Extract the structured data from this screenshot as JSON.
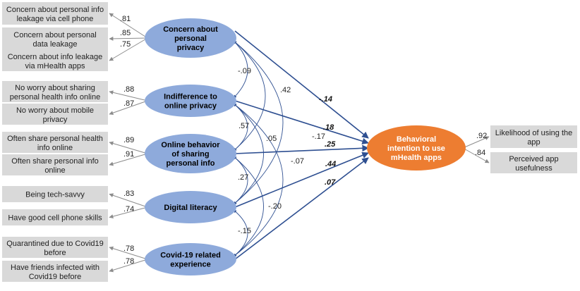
{
  "colors": {
    "latent_fill": "#8eaadb",
    "outcome_fill": "#ed7d31",
    "indicator_fill": "#d9d9d9",
    "path_color": "#2e4f91"
  },
  "latents": [
    {
      "label": "Concern about personal privacy",
      "indicators": [
        {
          "label": "Concern about personal info leakage via cell phone",
          "loading": ".81"
        },
        {
          "label": "Concern about personal data leakage",
          "loading": ".85"
        },
        {
          "label": "Concern about info leakage via mHealth apps",
          "loading": ".75"
        }
      ]
    },
    {
      "label": "Indifference to online privacy",
      "indicators": [
        {
          "label": "No worry about sharing personal health info online",
          "loading": ".88"
        },
        {
          "label": "No worry about mobile privacy",
          "loading": ".87"
        }
      ]
    },
    {
      "label": "Online behavior of sharing personal info",
      "indicators": [
        {
          "label": "Often share personal health info online",
          "loading": ".89"
        },
        {
          "label": "Often share personal info online",
          "loading": ".91"
        }
      ]
    },
    {
      "label": "Digital literacy",
      "indicators": [
        {
          "label": "Being tech-savvy",
          "loading": ".83"
        },
        {
          "label": "Have good cell phone skills",
          "loading": ".74"
        }
      ]
    },
    {
      "label": "Covid-19 related experience",
      "indicators": [
        {
          "label": "Quarantined due to Covid19 before",
          "loading": ".78"
        },
        {
          "label": "Have friends infected with Covid19 before",
          "loading": ".78"
        }
      ]
    }
  ],
  "outcome": {
    "label": "Behavioral intention to use mHealth apps",
    "indicators": [
      {
        "label": "Likelihood of using the app",
        "loading": ".92"
      },
      {
        "label": "Perceived app usefulness",
        "loading": ".84"
      }
    ]
  },
  "paths": [
    ".14",
    ".18",
    ".25",
    ".44",
    ".07"
  ],
  "path_signs": [
    "-",
    "",
    "",
    "",
    ""
  ],
  "correlations": [
    {
      "from": 0,
      "to": 1,
      "value": "-.09"
    },
    {
      "from": 0,
      "to": 2,
      "value": ".42"
    },
    {
      "from": 0,
      "to": 3,
      "value": "-.17"
    },
    {
      "from": 1,
      "to": 2,
      "value": ".57"
    },
    {
      "from": 1,
      "to": 3,
      "value": ".05"
    },
    {
      "from": 1,
      "to": 4,
      "value": "-.07"
    },
    {
      "from": 2,
      "to": 3,
      "value": ".27"
    },
    {
      "from": 2,
      "to": 4,
      "value": "-.20"
    },
    {
      "from": 3,
      "to": 4,
      "value": "-.15"
    }
  ]
}
